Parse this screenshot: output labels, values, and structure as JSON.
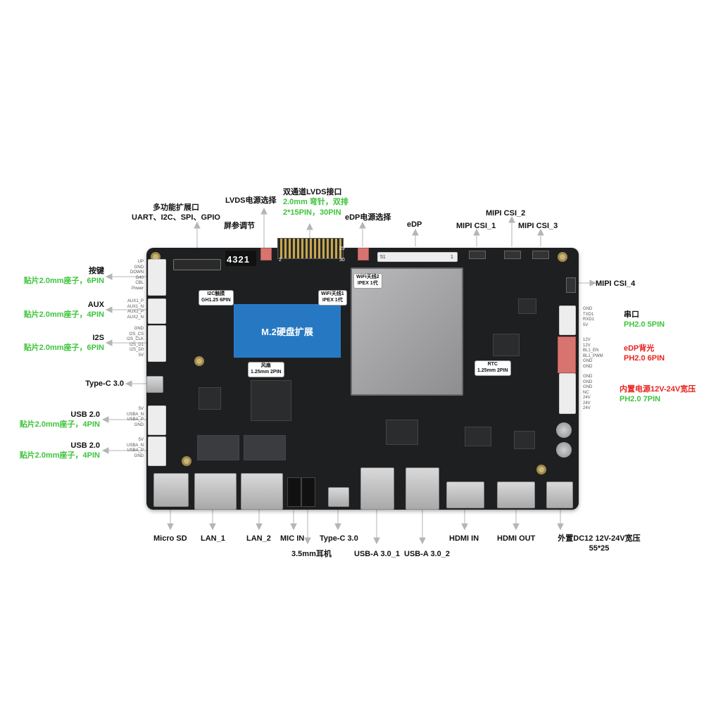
{
  "labels": {
    "multi_function": "多功能扩展口",
    "uart": "UART、I2C、SPI、GPIO",
    "lvds_power": "LVDS电源选择",
    "screen_adjust": "屏参调节",
    "dual_lvds": "双通道LVDS接口",
    "dual_lvds_spec1": "2.0mm 弯针，双排",
    "dual_lvds_spec2": "2*15PIN，30PIN",
    "edp_power": "eDP电源选择",
    "edp": "eDP",
    "mipi2": "MIPI CSI_2",
    "mipi1": "MIPI CSI_1",
    "mipi3": "MIPI CSI_3",
    "mipi4": "MIPI CSI_4",
    "key": "按键",
    "key_spec": "贴片2.0mm座子，6PIN",
    "aux": "AUX",
    "aux_spec": "贴片2.0mm座子，4PIN",
    "i2s": "I2S",
    "i2s_spec": "贴片2.0mm座子，6PIN",
    "typec_left": "Type-C 3.0",
    "usb1": "USB 2.0",
    "usb1_spec": "贴片2.0mm座子，4PIN",
    "usb2": "USB 2.0",
    "usb2_spec": "贴片2.0mm座子，4PIN",
    "serial": "串口",
    "serial_spec": "PH2.0 5PIN",
    "backlight": "eDP背光",
    "backlight_spec": "PH2.0 6PIN",
    "power_in": "内置电源12V-24V宽压",
    "power_in_spec": "PH2.0 7PIN",
    "microsd": "Micro SD",
    "lan1": "LAN_1",
    "lan2": "LAN_2",
    "mic": "MIC IN",
    "earphone": "3.5mm耳机",
    "typec_bottom": "Type-C 3.0",
    "usba1": "USB-A 3.0_1",
    "usba2": "USB-A 3.0_2",
    "hdmi_in": "HDMI IN",
    "hdmi_out": "HDMI OUT",
    "dc": "外置DC12 12V-24V宽压",
    "dc_size": "55*25"
  },
  "board_tags": {
    "i2c_touch": "I2C触摸",
    "i2c_touch_spec": "GH1.25 6PIN",
    "wifi2": "WiFi天线2",
    "wifi2_spec": "IPEX 1代",
    "wifi1": "WiFi天线1",
    "wifi1_spec": "IPEX 1代",
    "m2": "M.2硬盘扩展",
    "fan": "风扇",
    "fan_spec": "1.25mm 2PIN",
    "rtc": "RTC",
    "rtc_spec": "1.25mm 2PIN",
    "dip_digits": "4321",
    "pin2": "2",
    "pin30": "30",
    "pin29": "29",
    "pin51": "51",
    "pin1": "1"
  },
  "pins": {
    "key": [
      "UP",
      "GND",
      "DOWN",
      "G40",
      "CBL",
      "Power"
    ],
    "aux": [
      "AUX1_P",
      "AUX1_N",
      "AUX2_P",
      "AUX2_N"
    ],
    "i2s": [
      "GND",
      "I2S_CS",
      "I2S_CLK",
      "I2S_D1",
      "I2S_D0",
      "5V"
    ],
    "usb1": [
      "5V",
      "USBA_N",
      "USBA_P",
      "GND"
    ],
    "usb2": [
      "5V",
      "USBA_N",
      "USBA_P",
      "GND"
    ],
    "serial": [
      "GND",
      "TXD1",
      "RXD1",
      "5V"
    ],
    "backlight": [
      "12V",
      "12V",
      "BL1_EN",
      "BL1_PWM",
      "GND",
      "GND"
    ],
    "power": [
      "GND",
      "GND",
      "GND",
      "NC",
      "24V",
      "24V",
      "24V"
    ]
  },
  "colors": {
    "green": "#3cc43a",
    "red": "#e8231e",
    "m2_blue": "#288ce6",
    "board": "#1e1f21"
  }
}
